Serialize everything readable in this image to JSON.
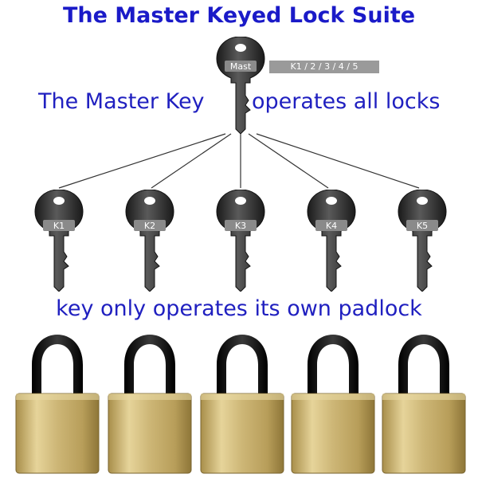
{
  "title": "The Master Keyed Lock Suite",
  "master_key": {
    "tag": "Mast",
    "code_chip": "K1 / 2 / 3 / 4 / 5",
    "caption_left": "The Master Key",
    "caption_right": "operates all locks"
  },
  "keys": [
    {
      "label": "K1"
    },
    {
      "label": "K2"
    },
    {
      "label": "K3"
    },
    {
      "label": "K4"
    },
    {
      "label": "K5"
    }
  ],
  "key_caption": "key only operates its own padlock",
  "padlock_count": 5,
  "colors": {
    "title": "#1a1ac8",
    "text": "#2020c0",
    "brass": "#c8b070",
    "shackle": "#1a1a1a",
    "key_metal": "#2a2a2a"
  }
}
